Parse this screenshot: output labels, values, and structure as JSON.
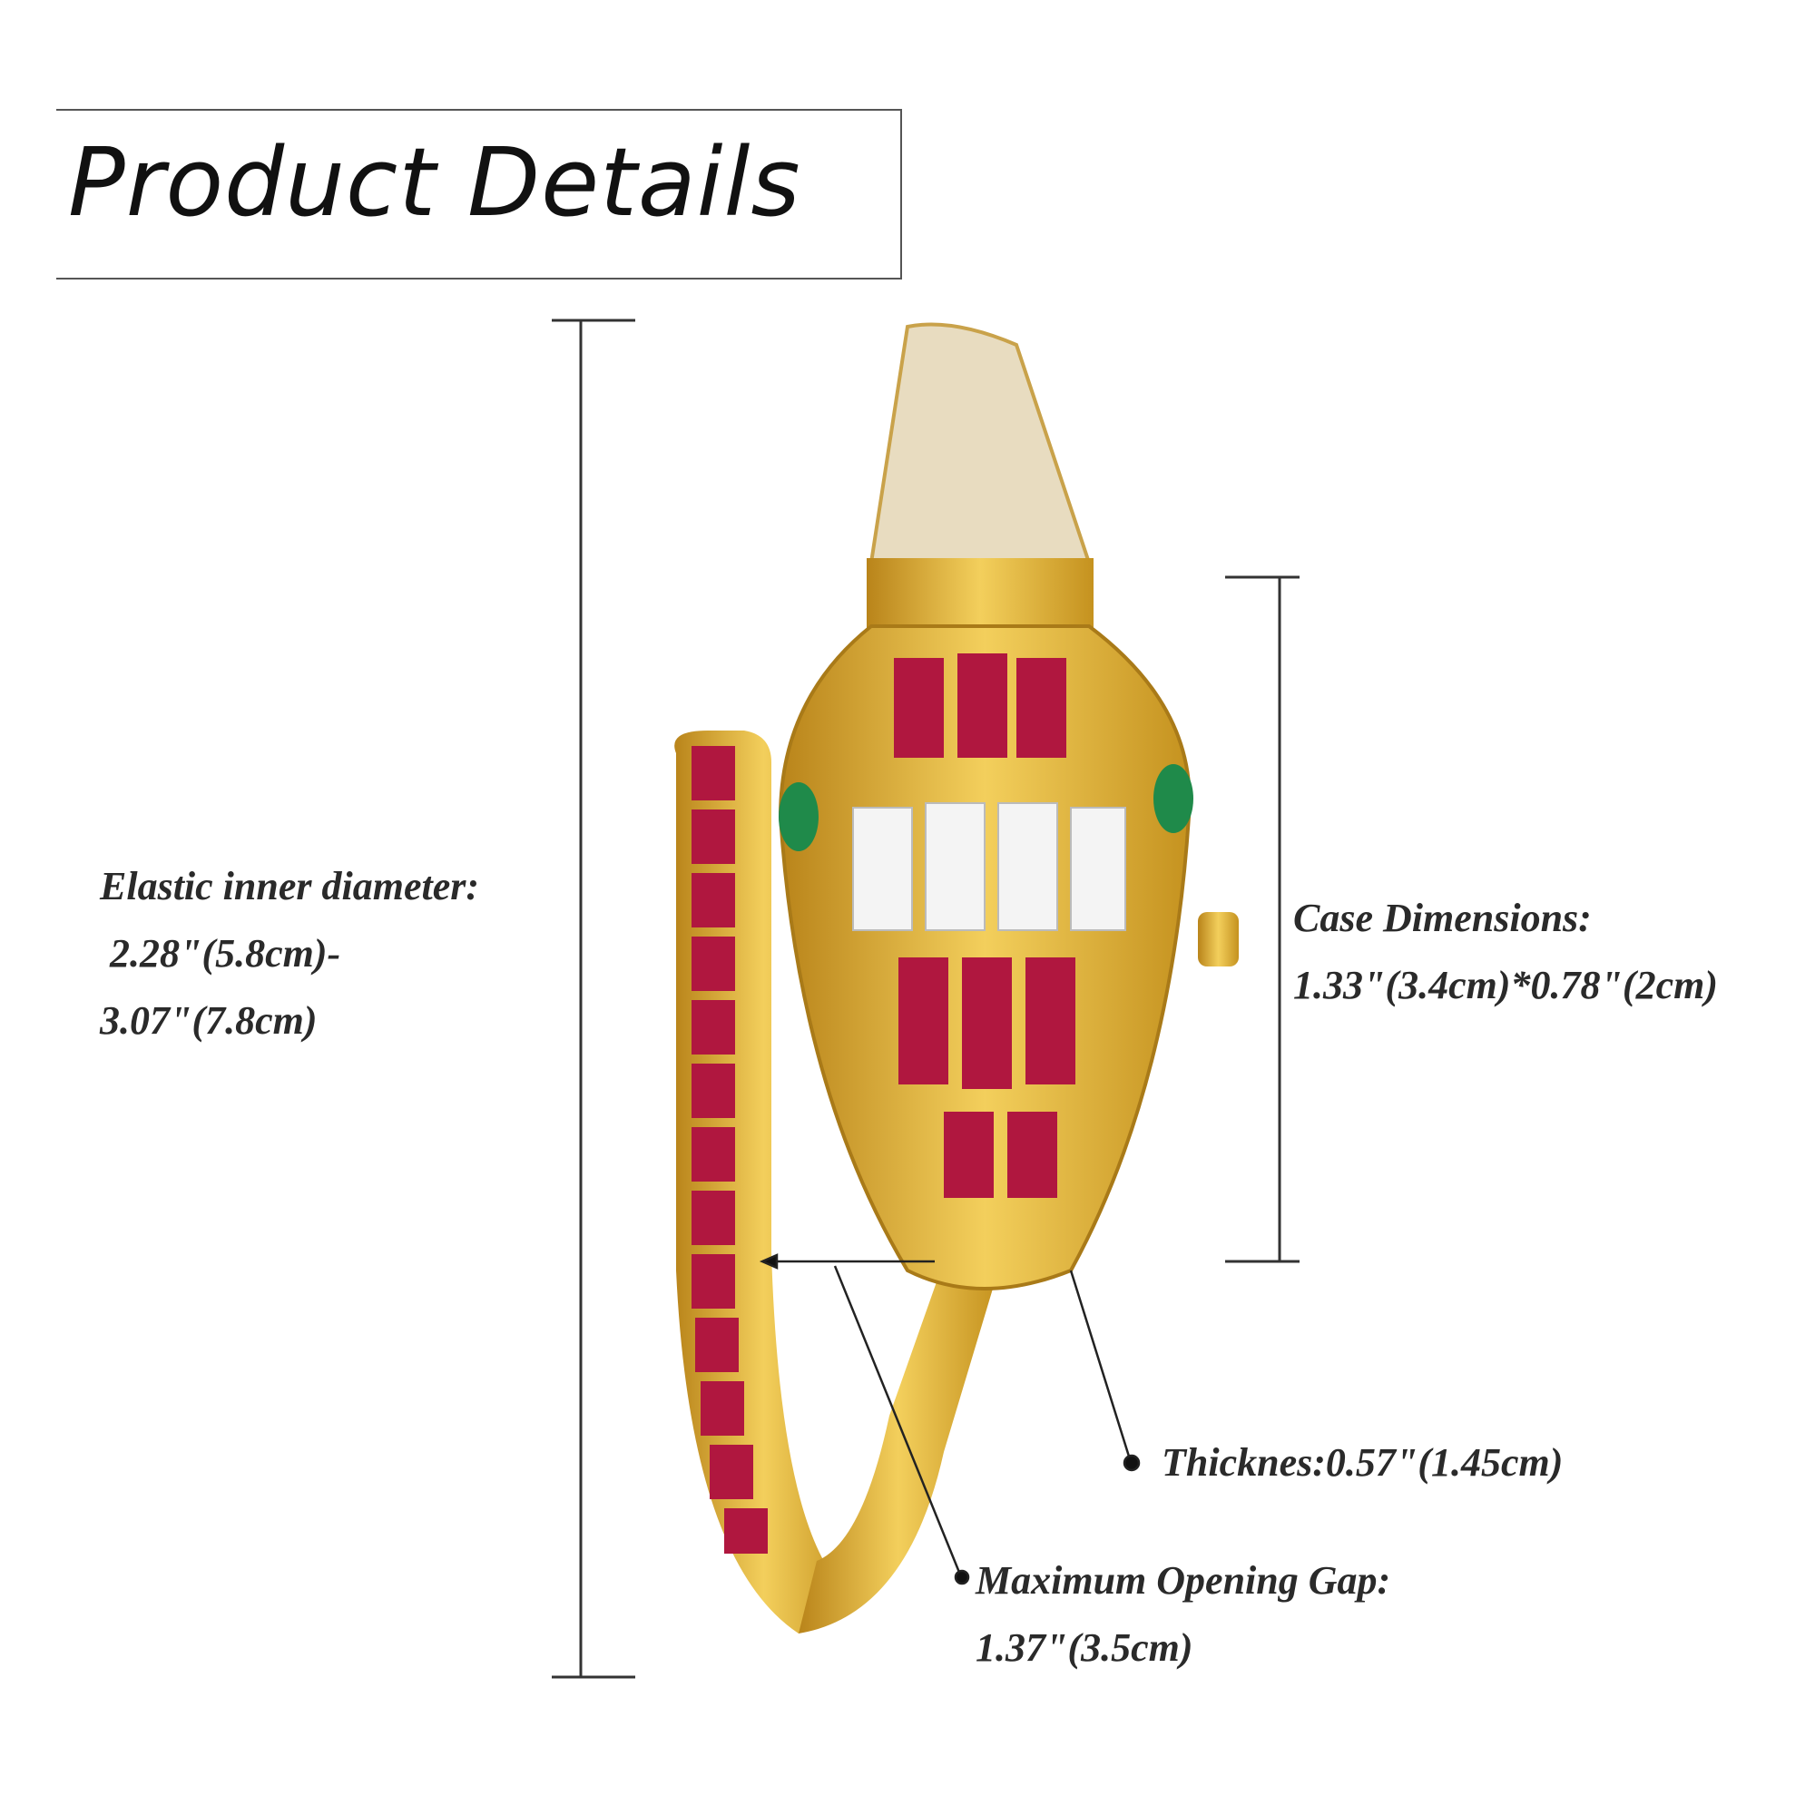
{
  "title": "Product Details",
  "annotations": {
    "inner_diameter": {
      "label": "Elastic inner diameter:",
      "line1": " 2.28\"(5.8cm)-",
      "line2": "3.07\"(7.8cm)"
    },
    "case_dimensions": {
      "label": "Case Dimensions:",
      "value": "1.33\"(3.4cm)*0.78\"(2cm)"
    },
    "thickness": {
      "label": "Thicknes:0.57\"(1.45cm)"
    },
    "opening_gap": {
      "label": "Maximum Opening Gap:",
      "value": "1.37\"(3.5cm)"
    }
  },
  "colors": {
    "gold": "#d9a92a",
    "ruby": "#b0173f",
    "emerald": "#1f8a4a"
  }
}
